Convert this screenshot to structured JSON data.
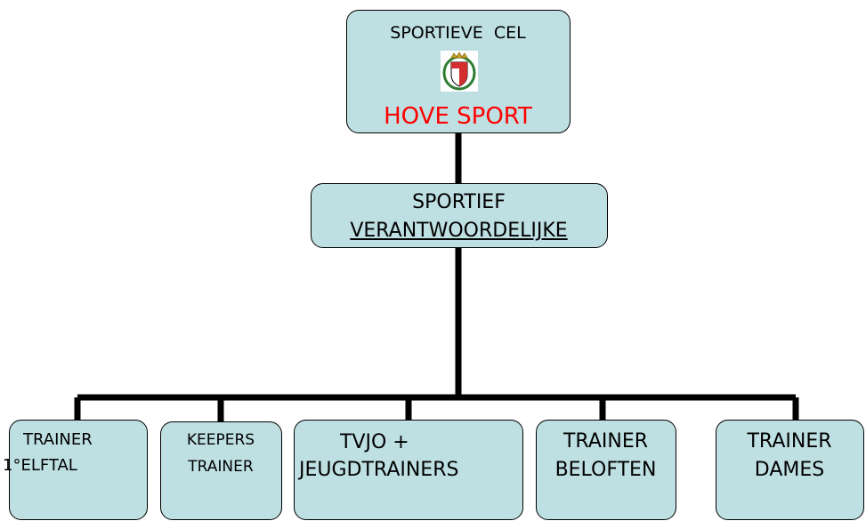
{
  "top": {
    "title": "SPORTIEVE  CEL",
    "subtitle": "HOVE SPORT",
    "subtitle_color": "#ff0000",
    "logo_icon": "crest-shield-icon"
  },
  "middle": {
    "line1": "SPORTIEF",
    "line2": "VERANTWOORDELIJKE"
  },
  "children": [
    {
      "line1": "TRAINER",
      "line2": "1°ELFTAL"
    },
    {
      "line1": "KEEPERS",
      "line2": "TRAINER"
    },
    {
      "line1": "TVJO +",
      "line2": "JEUGDTRAINERS"
    },
    {
      "line1": "TRAINER",
      "line2": "BELOFTEN"
    },
    {
      "line1": "TRAINER",
      "line2": "DAMES"
    }
  ],
  "colors": {
    "box_fill": "#bfe0e3",
    "line": "#000000"
  }
}
